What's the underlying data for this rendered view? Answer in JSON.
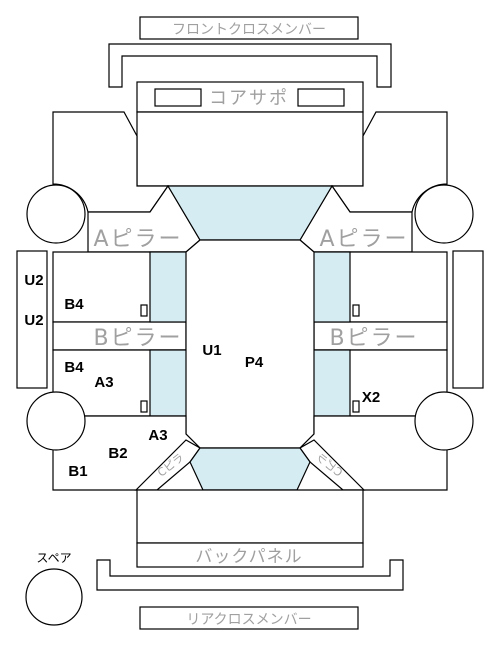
{
  "labels": {
    "front_cross_member": "フロントクロスメンバー",
    "core_support": "コアサポ",
    "a_pillar_left": "Aピラー",
    "a_pillar_right": "Aピラー",
    "b_pillar_left": "Bピラー",
    "b_pillar_right": "Bピラー",
    "back_panel": "バックパネル",
    "rear_cross_member": "リアクロスメンバー",
    "spare": "スペア",
    "c_pillar_left": "Cピラ",
    "c_pillar_right": "Cピラ"
  },
  "codes": {
    "u2_top": "U2",
    "u2_bottom": "U2",
    "b4_top": "B4",
    "b4_bottom": "B4",
    "a3_left": "A3",
    "a3_center": "A3",
    "b2": "B2",
    "b1": "B1",
    "u1": "U1",
    "p4": "P4",
    "x2": "X2"
  },
  "colors": {
    "glass": "#d6ecf3",
    "line": "#000000",
    "label_gray": "#a0a0a0"
  }
}
